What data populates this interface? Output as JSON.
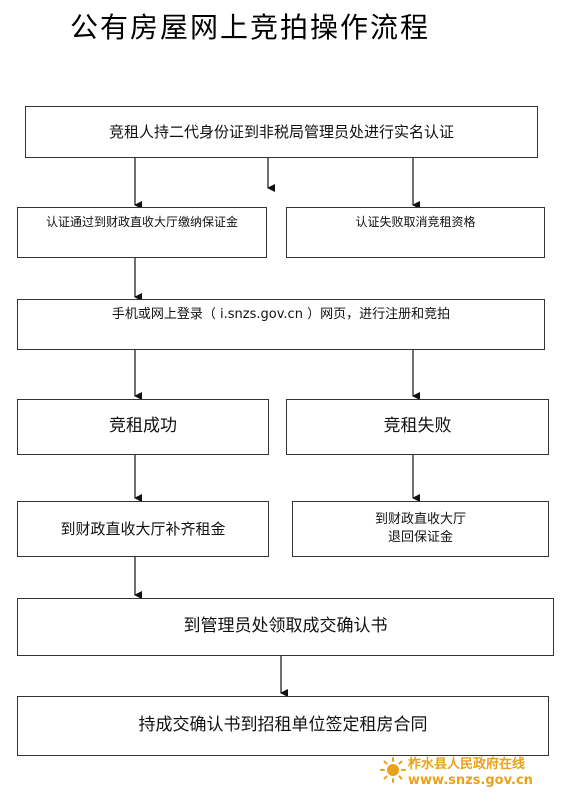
{
  "title": "公有房屋网上竞拍操作流程",
  "nodes": {
    "verify": "竞租人持二代身份证到非税局管理员处进行实名认证",
    "pay_deposit": "认证通过到财政直收大厅缴纳保证金",
    "verify_fail": "认证失败取消竞租资格",
    "register_bid": "手机或网上登录（ i.snzs.gov.cn ）网页，进行注册和竞拍",
    "bid_success": "竞租成功",
    "bid_fail": "竞租失败",
    "pay_rent": "到财政直收大厅补齐租金",
    "refund_deposit_line1": "到财政直收大厅",
    "refund_deposit_line2": "退回保证金",
    "get_confirmation": "到管理员处领取成交确认书",
    "sign_contract": "持成交确认书到招租单位签定租房合同"
  },
  "watermark": {
    "line1": "柞水县人民政府在线",
    "line2": "www.snzs.gov.cn",
    "color": "#e8a21c",
    "icon": "sun-logo-icon"
  }
}
